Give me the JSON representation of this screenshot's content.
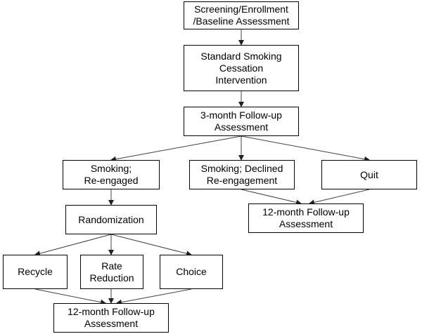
{
  "nodes": {
    "screening": "Screening/Enrollment\n/Baseline Assessment",
    "intervention": "Standard Smoking\nCessation\nIntervention",
    "followup3": "3-month Follow-up\nAssessment",
    "smoking_reengaged": "Smoking;\nRe-engaged",
    "smoking_declined": "Smoking; Declined\nRe-engagement",
    "quit": "Quit",
    "followup12_right": "12-month Follow-up\nAssessment",
    "randomization": "Randomization",
    "recycle": "Recycle",
    "rate_reduction": "Rate\nReduction",
    "choice": "Choice",
    "followup12_bottom": "12-month Follow-up\nAssessment"
  },
  "colors": {
    "box_border": "#000000",
    "arrow": "#404040",
    "background": "#ffffff"
  }
}
